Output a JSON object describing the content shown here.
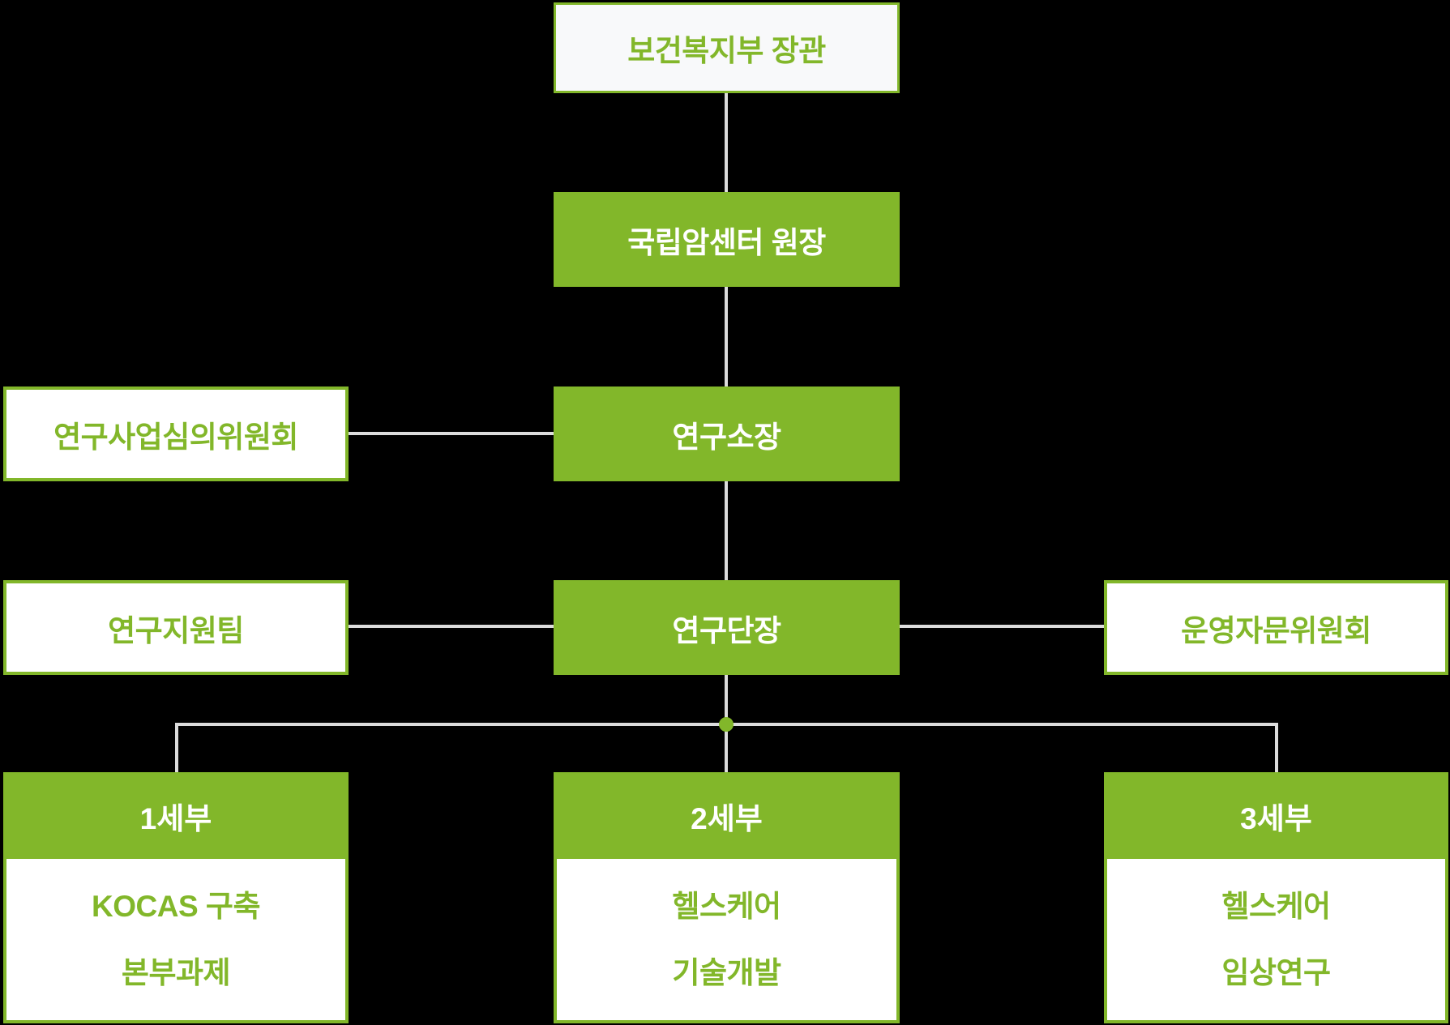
{
  "colors": {
    "accent_green": "#82b72a",
    "connector_line": "#dcdcdc",
    "background": "#000000",
    "top_box_fill": "#f8f9fa",
    "box_fill": "#ffffff"
  },
  "org_chart": {
    "type": "organization-chart",
    "nodes": {
      "minister": {
        "label": "보건복지부 장관",
        "style": "outline"
      },
      "ncc_president": {
        "label": "국립암센터 원장",
        "style": "solid"
      },
      "review_committee": {
        "label": "연구사업심의위원회",
        "style": "outline"
      },
      "research_institute_director": {
        "label": "연구소장",
        "style": "solid"
      },
      "research_support_team": {
        "label": "연구지원팀",
        "style": "outline"
      },
      "research_group_head": {
        "label": "연구단장",
        "style": "solid"
      },
      "operation_advisory_committee": {
        "label": "운영자문위원회",
        "style": "outline"
      },
      "sub1": {
        "header": "1세부",
        "lines": [
          "KOCAS 구축",
          "본부과제"
        ]
      },
      "sub2": {
        "header": "2세부",
        "lines": [
          "헬스케어",
          "기술개발"
        ]
      },
      "sub3": {
        "header": "3세부",
        "lines": [
          "헬스케어",
          "임상연구"
        ]
      }
    },
    "edges": [
      "minister → ncc_president",
      "ncc_president → research_institute_director",
      "review_committee — research_institute_director",
      "research_institute_director → research_group_head",
      "research_support_team — research_group_head",
      "research_group_head — operation_advisory_committee",
      "research_group_head → sub1",
      "research_group_head → sub2",
      "research_group_head → sub3"
    ]
  }
}
